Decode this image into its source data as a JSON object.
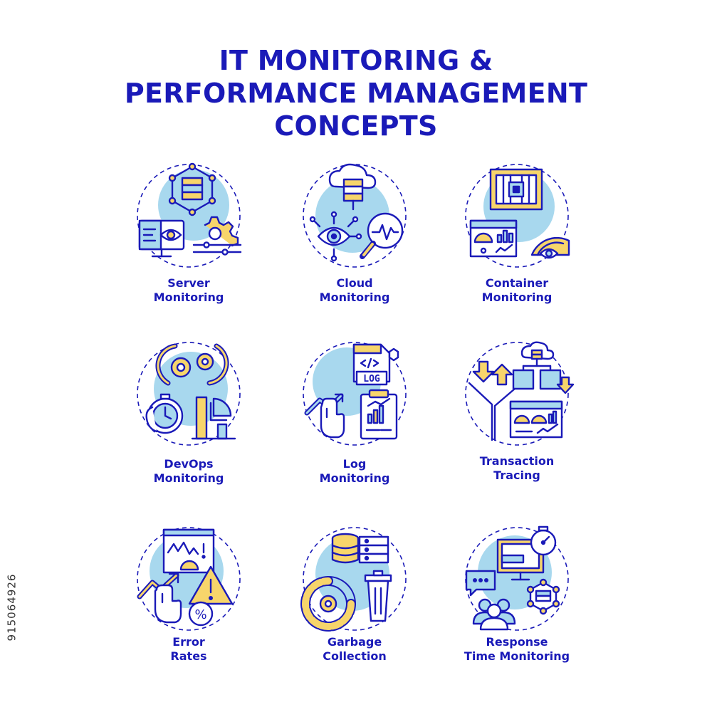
{
  "title": {
    "line1": "IT MONITORING &",
    "line2": "PERFORMANCE MANAGEMENT",
    "line3": "CONCEPTS"
  },
  "colors": {
    "outline": "#1a1ab8",
    "fill_blue": "#a8d8ee",
    "fill_yellow": "#f7d56b",
    "background": "#ffffff"
  },
  "concepts": [
    {
      "line1": "Server",
      "line2": "Monitoring",
      "icon": "server-monitoring-icon"
    },
    {
      "line1": "Cloud",
      "line2": "Monitoring",
      "icon": "cloud-monitoring-icon"
    },
    {
      "line1": "Container",
      "line2": "Monitoring",
      "icon": "container-monitoring-icon"
    },
    {
      "line1": "DevOps",
      "line2": "Monitoring",
      "icon": "devops-monitoring-icon"
    },
    {
      "line1": "Log",
      "line2": "Monitoring",
      "icon": "log-monitoring-icon"
    },
    {
      "line1": "Transaction",
      "line2": "Tracing",
      "icon": "transaction-tracing-icon"
    },
    {
      "line1": "Error",
      "line2": "Rates",
      "icon": "error-rates-icon"
    },
    {
      "line1": "Garbage",
      "line2": "Collection",
      "icon": "garbage-collection-icon"
    },
    {
      "line1": "Response",
      "line2": "Time Monitoring",
      "icon": "response-time-monitoring-icon"
    }
  ],
  "stock_id": "915064926",
  "log_badge": "LOG",
  "percent_glyph": "%",
  "alert_glyph": "!"
}
